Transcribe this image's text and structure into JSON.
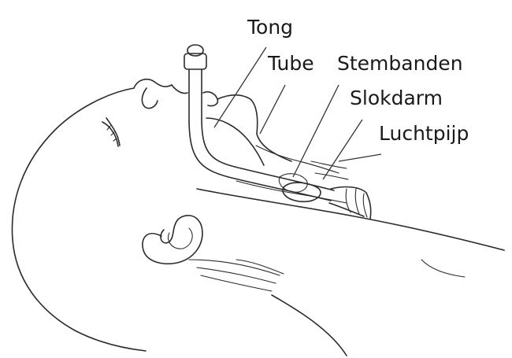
{
  "labels": {
    "tong": "Tong",
    "tube": "Tube",
    "stembanden": "Stembanden",
    "slokdarm": "Slokdarm",
    "luchtpijp": "Luchtpijp"
  },
  "colors": {
    "line": "#2b2b2b",
    "background": "#ffffff"
  }
}
